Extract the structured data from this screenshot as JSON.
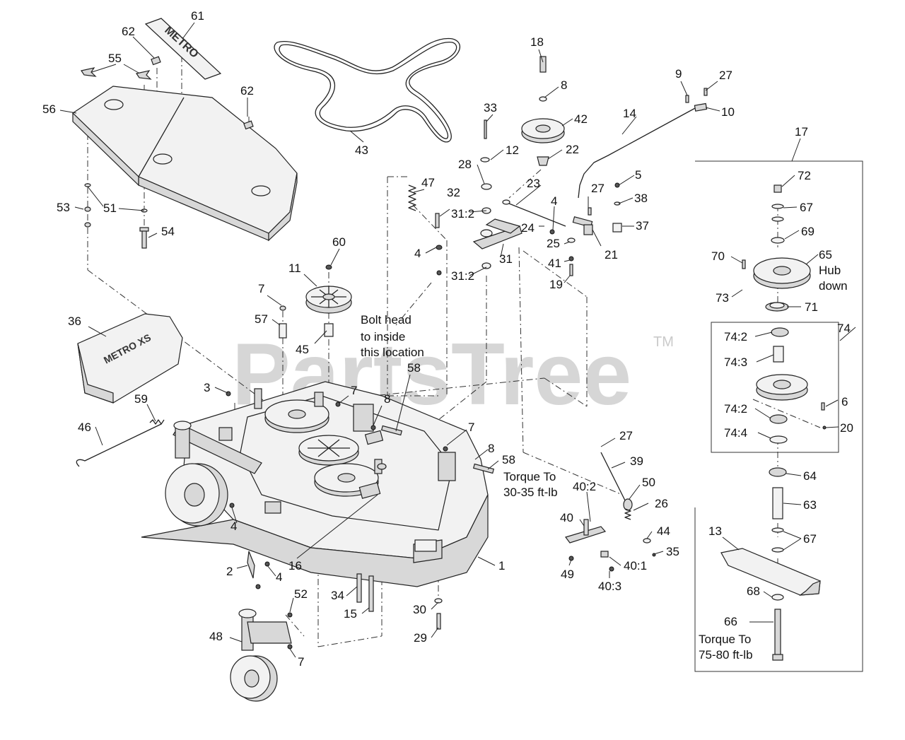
{
  "watermark": {
    "brand": "PartsTree",
    "trademark": "TM"
  },
  "callouts": {
    "c1": "1",
    "c2": "2",
    "c3": "3",
    "c4a": "4",
    "c4b": "4",
    "c4c": "4",
    "c4d": "4",
    "c5": "5",
    "c6": "6",
    "c7a": "7",
    "c7b": "7",
    "c7c": "7",
    "c7d": "7",
    "c8a": "8",
    "c8b": "8",
    "c8c": "8",
    "c9": "9",
    "c10": "10",
    "c11": "11",
    "c12": "12",
    "c13": "13",
    "c14": "14",
    "c15": "15",
    "c16": "16",
    "c17": "17",
    "c18": "18",
    "c19": "19",
    "c20": "20",
    "c21": "21",
    "c22": "22",
    "c23": "23",
    "c24": "24",
    "c25": "25",
    "c26": "26",
    "c27a": "27",
    "c27b": "27",
    "c27c": "27",
    "c28": "28",
    "c29": "29",
    "c30": "30",
    "c31": "31",
    "c31_2a": "31:2",
    "c31_2b": "31:2",
    "c32": "32",
    "c33": "33",
    "c34": "34",
    "c35": "35",
    "c36": "36",
    "c37": "37",
    "c38": "38",
    "c39": "39",
    "c40": "40",
    "c40_1": "40:1",
    "c40_2": "40:2",
    "c40_3": "40:3",
    "c41": "41",
    "c42": "42",
    "c43": "43",
    "c44": "44",
    "c45": "45",
    "c46": "46",
    "c47": "47",
    "c48": "48",
    "c49": "49",
    "c50": "50",
    "c51": "51",
    "c52": "52",
    "c53": "53",
    "c54": "54",
    "c55": "55",
    "c56": "56",
    "c57": "57",
    "c58a": "58",
    "c58b": "58",
    "c59": "59",
    "c60": "60",
    "c61": "61",
    "c62a": "62",
    "c62b": "62",
    "c63": "63",
    "c64": "64",
    "c65": "65",
    "c66": "66",
    "c67a": "67",
    "c67b": "67",
    "c68": "68",
    "c69": "69",
    "c70": "70",
    "c71": "71",
    "c72": "72",
    "c73": "73",
    "c74": "74",
    "c74_2a": "74:2",
    "c74_2b": "74:2",
    "c74_3": "74:3",
    "c74_4": "74:4"
  },
  "notes": {
    "hub_down_1": "Hub",
    "hub_down_2": "down",
    "bolt_head_1": "Bolt head",
    "bolt_head_2": "to inside",
    "bolt_head_3": "this location",
    "torque_58_1": "Torque To",
    "torque_58_2": "30-35 ft-lb",
    "torque_66_1": "Torque To",
    "torque_66_2": "75-80 ft-lb"
  },
  "decals": {
    "cover_logo": "METRO",
    "shield_logo": "METRO XS"
  }
}
